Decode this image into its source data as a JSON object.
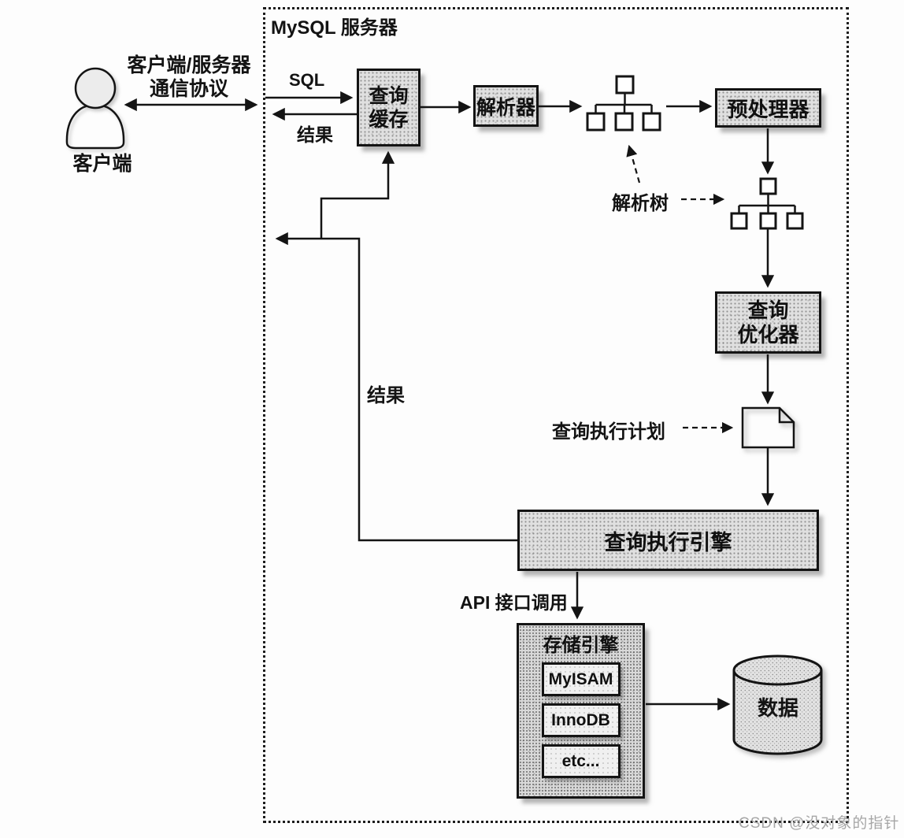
{
  "title": {
    "server": "MySQL 服务器"
  },
  "client": {
    "name": "客户端",
    "protocol_line1": "客户端/服务器",
    "protocol_line2": "通信协议"
  },
  "flow_labels": {
    "sql": "SQL",
    "result_top": "结果",
    "result_vertical": "结果",
    "parse_tree": "解析树",
    "query_plan": "查询执行计划",
    "api_call": "API 接口调用"
  },
  "nodes": {
    "query_cache": {
      "line1": "查询",
      "line2": "缓存"
    },
    "parser": {
      "label": "解析器"
    },
    "preprocessor": {
      "label": "预处理器"
    },
    "optimizer": {
      "line1": "查询",
      "line2": "优化器"
    },
    "execution_engine": {
      "label": "查询执行引擎"
    },
    "storage_engine": {
      "title": "存储引擎",
      "engines": [
        "MyISAM",
        "InnoDB",
        "etc..."
      ]
    },
    "data_store": {
      "label": "数据"
    }
  },
  "watermark": "CSDN @没对象的指针",
  "colors": {
    "box_fill": "#e0e0e0",
    "box_border": "#141414",
    "background": "#fdfdfd",
    "watermark": "#a6a6a6"
  }
}
